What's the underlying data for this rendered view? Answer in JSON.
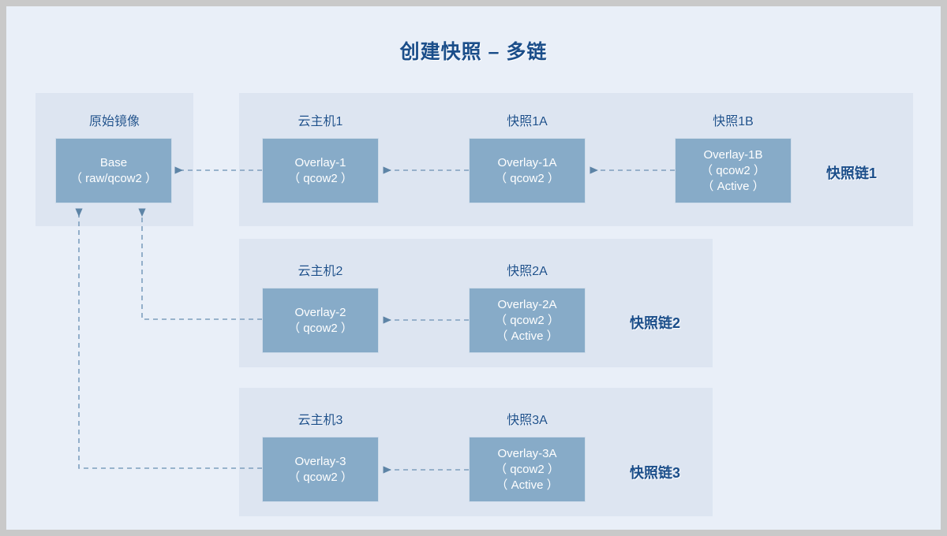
{
  "title": "创建快照 – 多链",
  "colors": {
    "page_border": "#c9c9c9",
    "canvas_bg": "#e9eff8",
    "panel_bg": "#dde5f1",
    "node_fill": "#87abc8",
    "node_text": "#ffffff",
    "accent_text": "#1b4e8a",
    "connector": "#7e9fbe"
  },
  "source": {
    "header": "原始镜像",
    "node": {
      "line1": "Base",
      "line2": "（ raw/qcow2 ）"
    }
  },
  "chains": [
    {
      "label": "快照链1",
      "columns": [
        {
          "header": "云主机1",
          "node": {
            "line1": "Overlay-1",
            "line2": "（ qcow2 ）",
            "line3": ""
          }
        },
        {
          "header": "快照1A",
          "node": {
            "line1": "Overlay-1A",
            "line2": "（ qcow2 ）",
            "line3": ""
          }
        },
        {
          "header": "快照1B",
          "node": {
            "line1": "Overlay-1B",
            "line2": "（ qcow2 ）",
            "line3": "（ Active ）"
          }
        }
      ]
    },
    {
      "label": "快照链2",
      "columns": [
        {
          "header": "云主机2",
          "node": {
            "line1": "Overlay-2",
            "line2": "（ qcow2 ）",
            "line3": ""
          }
        },
        {
          "header": "快照2A",
          "node": {
            "line1": "Overlay-2A",
            "line2": "（ qcow2 ）",
            "line3": "（ Active ）"
          }
        }
      ]
    },
    {
      "label": "快照链3",
      "columns": [
        {
          "header": "云主机3",
          "node": {
            "line1": "Overlay-3",
            "line2": "（ qcow2 ）",
            "line3": ""
          }
        },
        {
          "header": "快照3A",
          "node": {
            "line1": "Overlay-3A",
            "line2": "（ qcow2 ）",
            "line3": "（ Active ）"
          }
        }
      ]
    }
  ]
}
